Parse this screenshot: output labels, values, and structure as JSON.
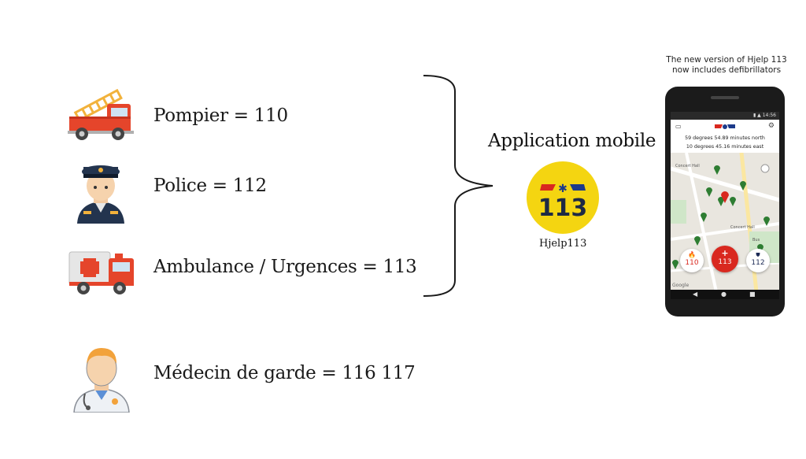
{
  "services": [
    {
      "label": "Pompier = 110",
      "icon": "fire-truck-icon"
    },
    {
      "label": "Police = 112",
      "icon": "police-officer-icon"
    },
    {
      "label": "Ambulance / Urgences = 113",
      "icon": "ambulance-icon"
    },
    {
      "label": "Médecin de garde = 116 117",
      "icon": "doctor-icon"
    }
  ],
  "app": {
    "title": "Application mobile",
    "logo_text": "113",
    "name": "Hjelp113"
  },
  "promo": {
    "line1": "The new version of Hjelp 113",
    "line2": "now includes defibrillators"
  },
  "phone": {
    "coord_north": "59 degrees 54.89 minutes north",
    "coord_east": "10 degrees 45.16 minutes east",
    "buttons": [
      {
        "label": "110",
        "color": "#d9281f"
      },
      {
        "label": "113",
        "color": "#ffffff"
      },
      {
        "label": "112",
        "color": "#1c2a55"
      }
    ],
    "map_labels": [
      "Concert Hall",
      "Concert Hall",
      "Bus",
      "Google"
    ]
  },
  "colors": {
    "logo_yellow": "#f4d511",
    "fire_red": "#e5452b",
    "map_green": "#2e7d32",
    "police_navy": "#23344e"
  }
}
